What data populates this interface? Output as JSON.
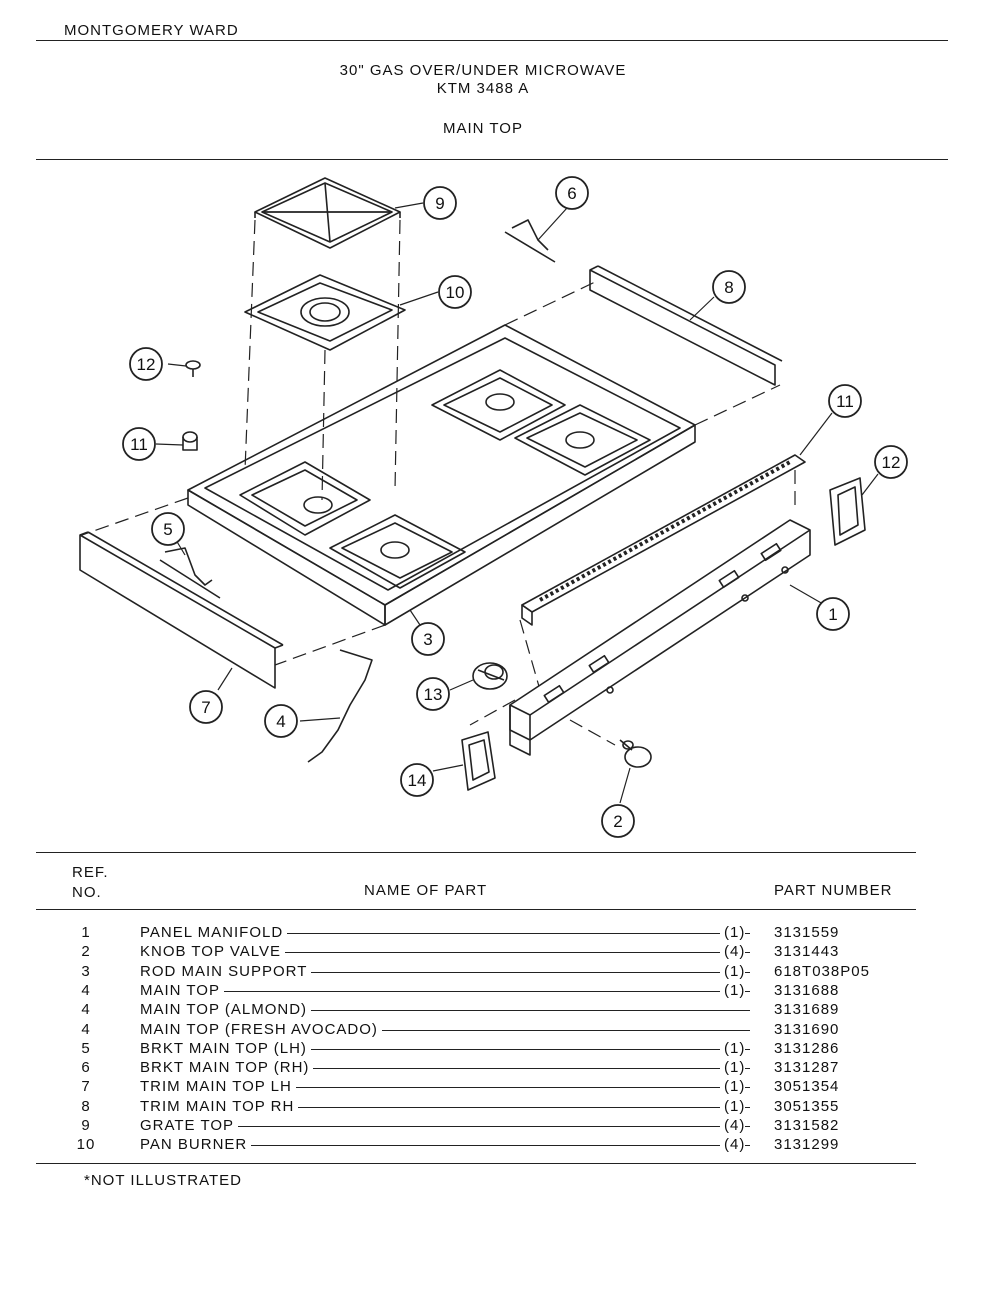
{
  "header": {
    "brand": "MONTGOMERY WARD",
    "title_line1": "30\" GAS OVER/UNDER MICROWAVE",
    "title_line2": "KTM 3488 A",
    "section": "MAIN TOP"
  },
  "diagram": {
    "callouts": [
      "1",
      "2",
      "3",
      "4",
      "5",
      "6",
      "7",
      "8",
      "9",
      "10",
      "11",
      "11",
      "12",
      "12",
      "13",
      "14"
    ]
  },
  "table": {
    "header_ref_line1": "REF.",
    "header_ref_line2": "NO.",
    "header_name": "NAME OF PART",
    "header_part": "PART NUMBER",
    "rows": [
      {
        "ref": "1",
        "name": "PANEL MANIFOLD",
        "qty": "(1)",
        "part": "3131559"
      },
      {
        "ref": "2",
        "name": "KNOB TOP VALVE",
        "qty": "(4)",
        "part": "3131443"
      },
      {
        "ref": "3",
        "name": "ROD MAIN SUPPORT",
        "qty": "(1)",
        "part": "618T038P05"
      },
      {
        "ref": "4",
        "name": "MAIN TOP",
        "qty": "(1)",
        "part": "3131688"
      },
      {
        "ref": "4",
        "name": "MAIN TOP (ALMOND)",
        "qty": "",
        "part": "3131689"
      },
      {
        "ref": "4",
        "name": "MAIN TOP (FRESH AVOCADO)",
        "qty": "",
        "part": "3131690"
      },
      {
        "ref": "5",
        "name": "BRKT MAIN TOP (LH)",
        "qty": "(1)",
        "part": "3131286"
      },
      {
        "ref": "6",
        "name": "BRKT MAIN TOP (RH)",
        "qty": "(1)",
        "part": "3131287"
      },
      {
        "ref": "7",
        "name": "TRIM MAIN TOP LH",
        "qty": "(1)",
        "part": "3051354"
      },
      {
        "ref": "8",
        "name": "TRIM MAIN TOP RH",
        "qty": "(1)",
        "part": "3051355"
      },
      {
        "ref": "9",
        "name": "GRATE TOP",
        "qty": "(4)",
        "part": "3131582"
      },
      {
        "ref": "10",
        "name": "PAN BURNER",
        "qty": "(4)",
        "part": "3131299"
      }
    ]
  },
  "footnote": "*NOT ILLUSTRATED"
}
